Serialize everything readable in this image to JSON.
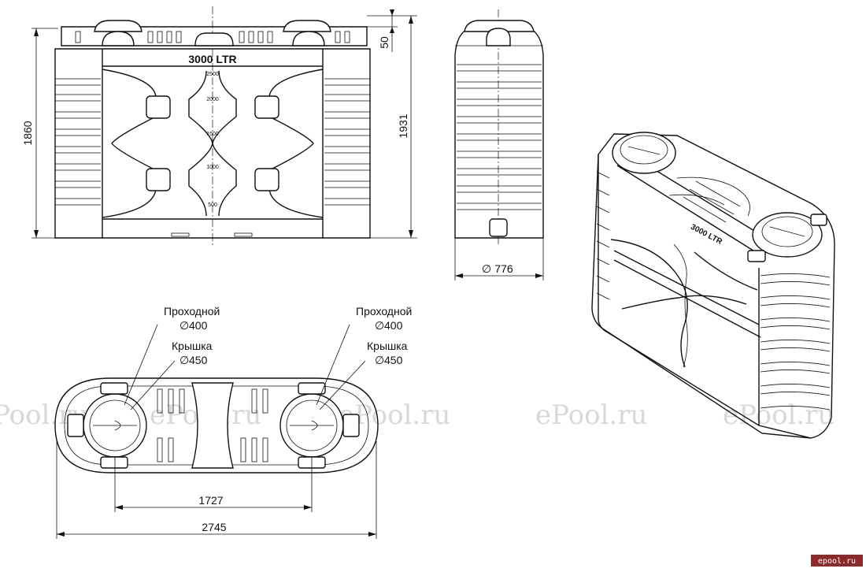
{
  "front_view": {
    "tank_label": "3000 LTR",
    "scale_marks": [
      "2500",
      "2000",
      "1500",
      "1000",
      "500"
    ],
    "dim_height": "1860",
    "dim_total_height": "1931",
    "dim_top": "50"
  },
  "side_view": {
    "dim_diameter": "776"
  },
  "top_view": {
    "left_labels": [
      "Проходной",
      "400",
      "Крышка",
      "450"
    ],
    "right_labels": [
      "Проходной",
      "400",
      "Крышка",
      "450"
    ],
    "dim_inner": "1727",
    "dim_overall": "2745"
  },
  "iso_view": {
    "tank_label": "3000 LTR"
  },
  "watermarks": [
    "ePool.ru",
    "ePool.ru",
    "ePool.ru",
    "ePool.ru",
    "ePool.ru"
  ],
  "brand_badge": "epool.ru"
}
